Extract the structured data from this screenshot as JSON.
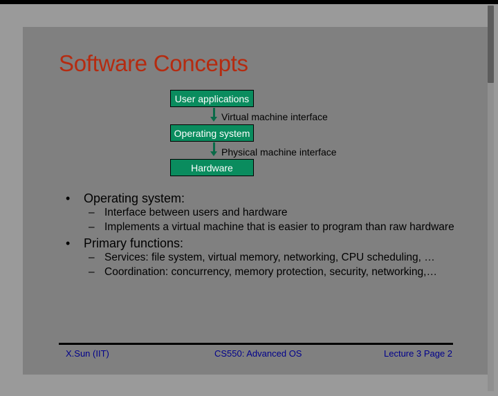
{
  "slide": {
    "title": "Software Concepts",
    "diagram": {
      "boxes": [
        "User applications",
        "Operating system",
        "Hardware"
      ],
      "interfaces": [
        "Virtual machine interface",
        "Physical machine interface"
      ]
    },
    "bullets": [
      {
        "label": "Operating system:",
        "subitems": [
          "Interface between users and hardware",
          "Implements a virtual machine that is easier to program than raw hardware"
        ]
      },
      {
        "label": "Primary functions:",
        "subitems": [
          "Services: file system, virtual memory, networking, CPU scheduling, …",
          "Coordination: concurrency, memory protection, security, networking,…"
        ]
      }
    ],
    "bullet_symbol": "•",
    "dash_symbol": "–",
    "footer": {
      "left": "X.Sun (IIT)",
      "center": "CS550: Advanced OS",
      "right": "Lecture 3 Page 2"
    }
  },
  "colors": {
    "title": "#b52b10",
    "box_fill": "#0a8c5e",
    "footer_text": "#00008b"
  }
}
